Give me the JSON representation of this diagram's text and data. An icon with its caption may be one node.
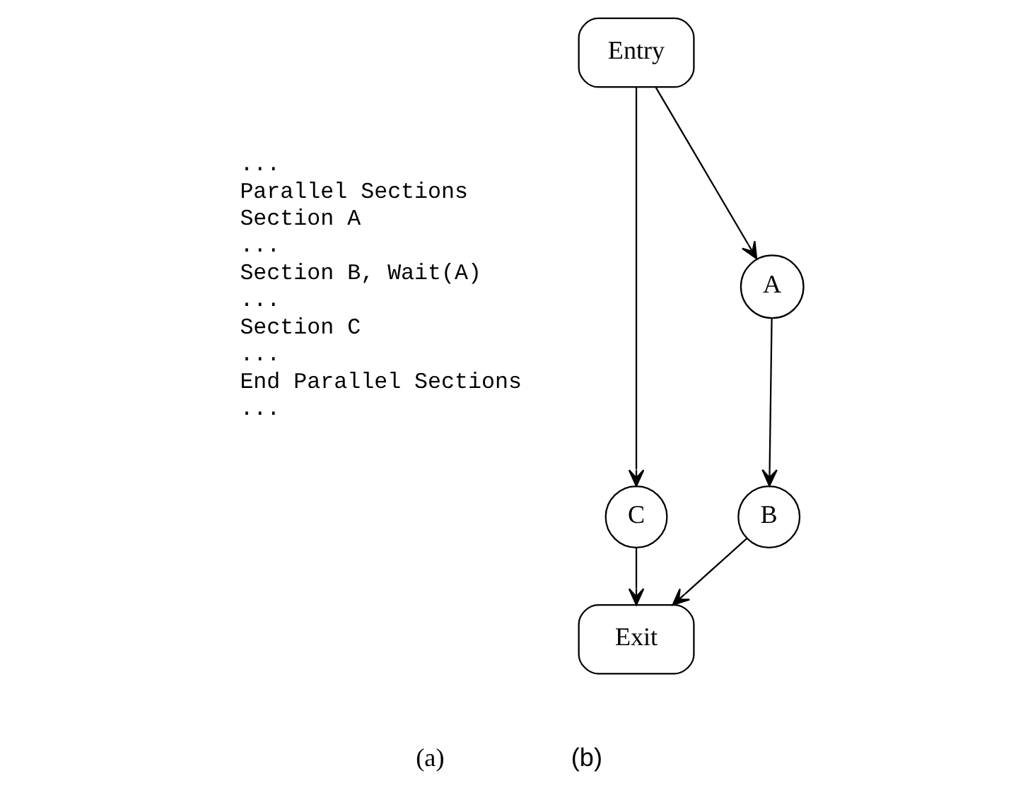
{
  "diagram": {
    "nodes": [
      {
        "text": [
          "Entry"
        ]
      },
      {
        "text": [
          "A"
        ]
      },
      {
        "text": [
          "C"
        ]
      },
      {
        "text": [
          "B"
        ]
      },
      {
        "text": [
          "Exit"
        ]
      }
    ],
    "edges": [
      {
        "from": 0,
        "to": 1,
        "arrow": "to"
      },
      {
        "from": 0,
        "to": 2,
        "arrow": "to"
      },
      {
        "from": 1,
        "to": 3,
        "arrow": "to"
      },
      {
        "from": 3,
        "to": 4,
        "arrow": "to"
      },
      {
        "from": 2,
        "to": 4,
        "arrow": "to"
      }
    ],
    "labels": [
      "...",
      "Parallel Sections",
      "Section A",
      "...",
      "Section B, Wait(A)",
      "...",
      "Section C",
      "...",
      "End Parallel Sections",
      "...",
      "(a)",
      "(b)"
    ]
  }
}
